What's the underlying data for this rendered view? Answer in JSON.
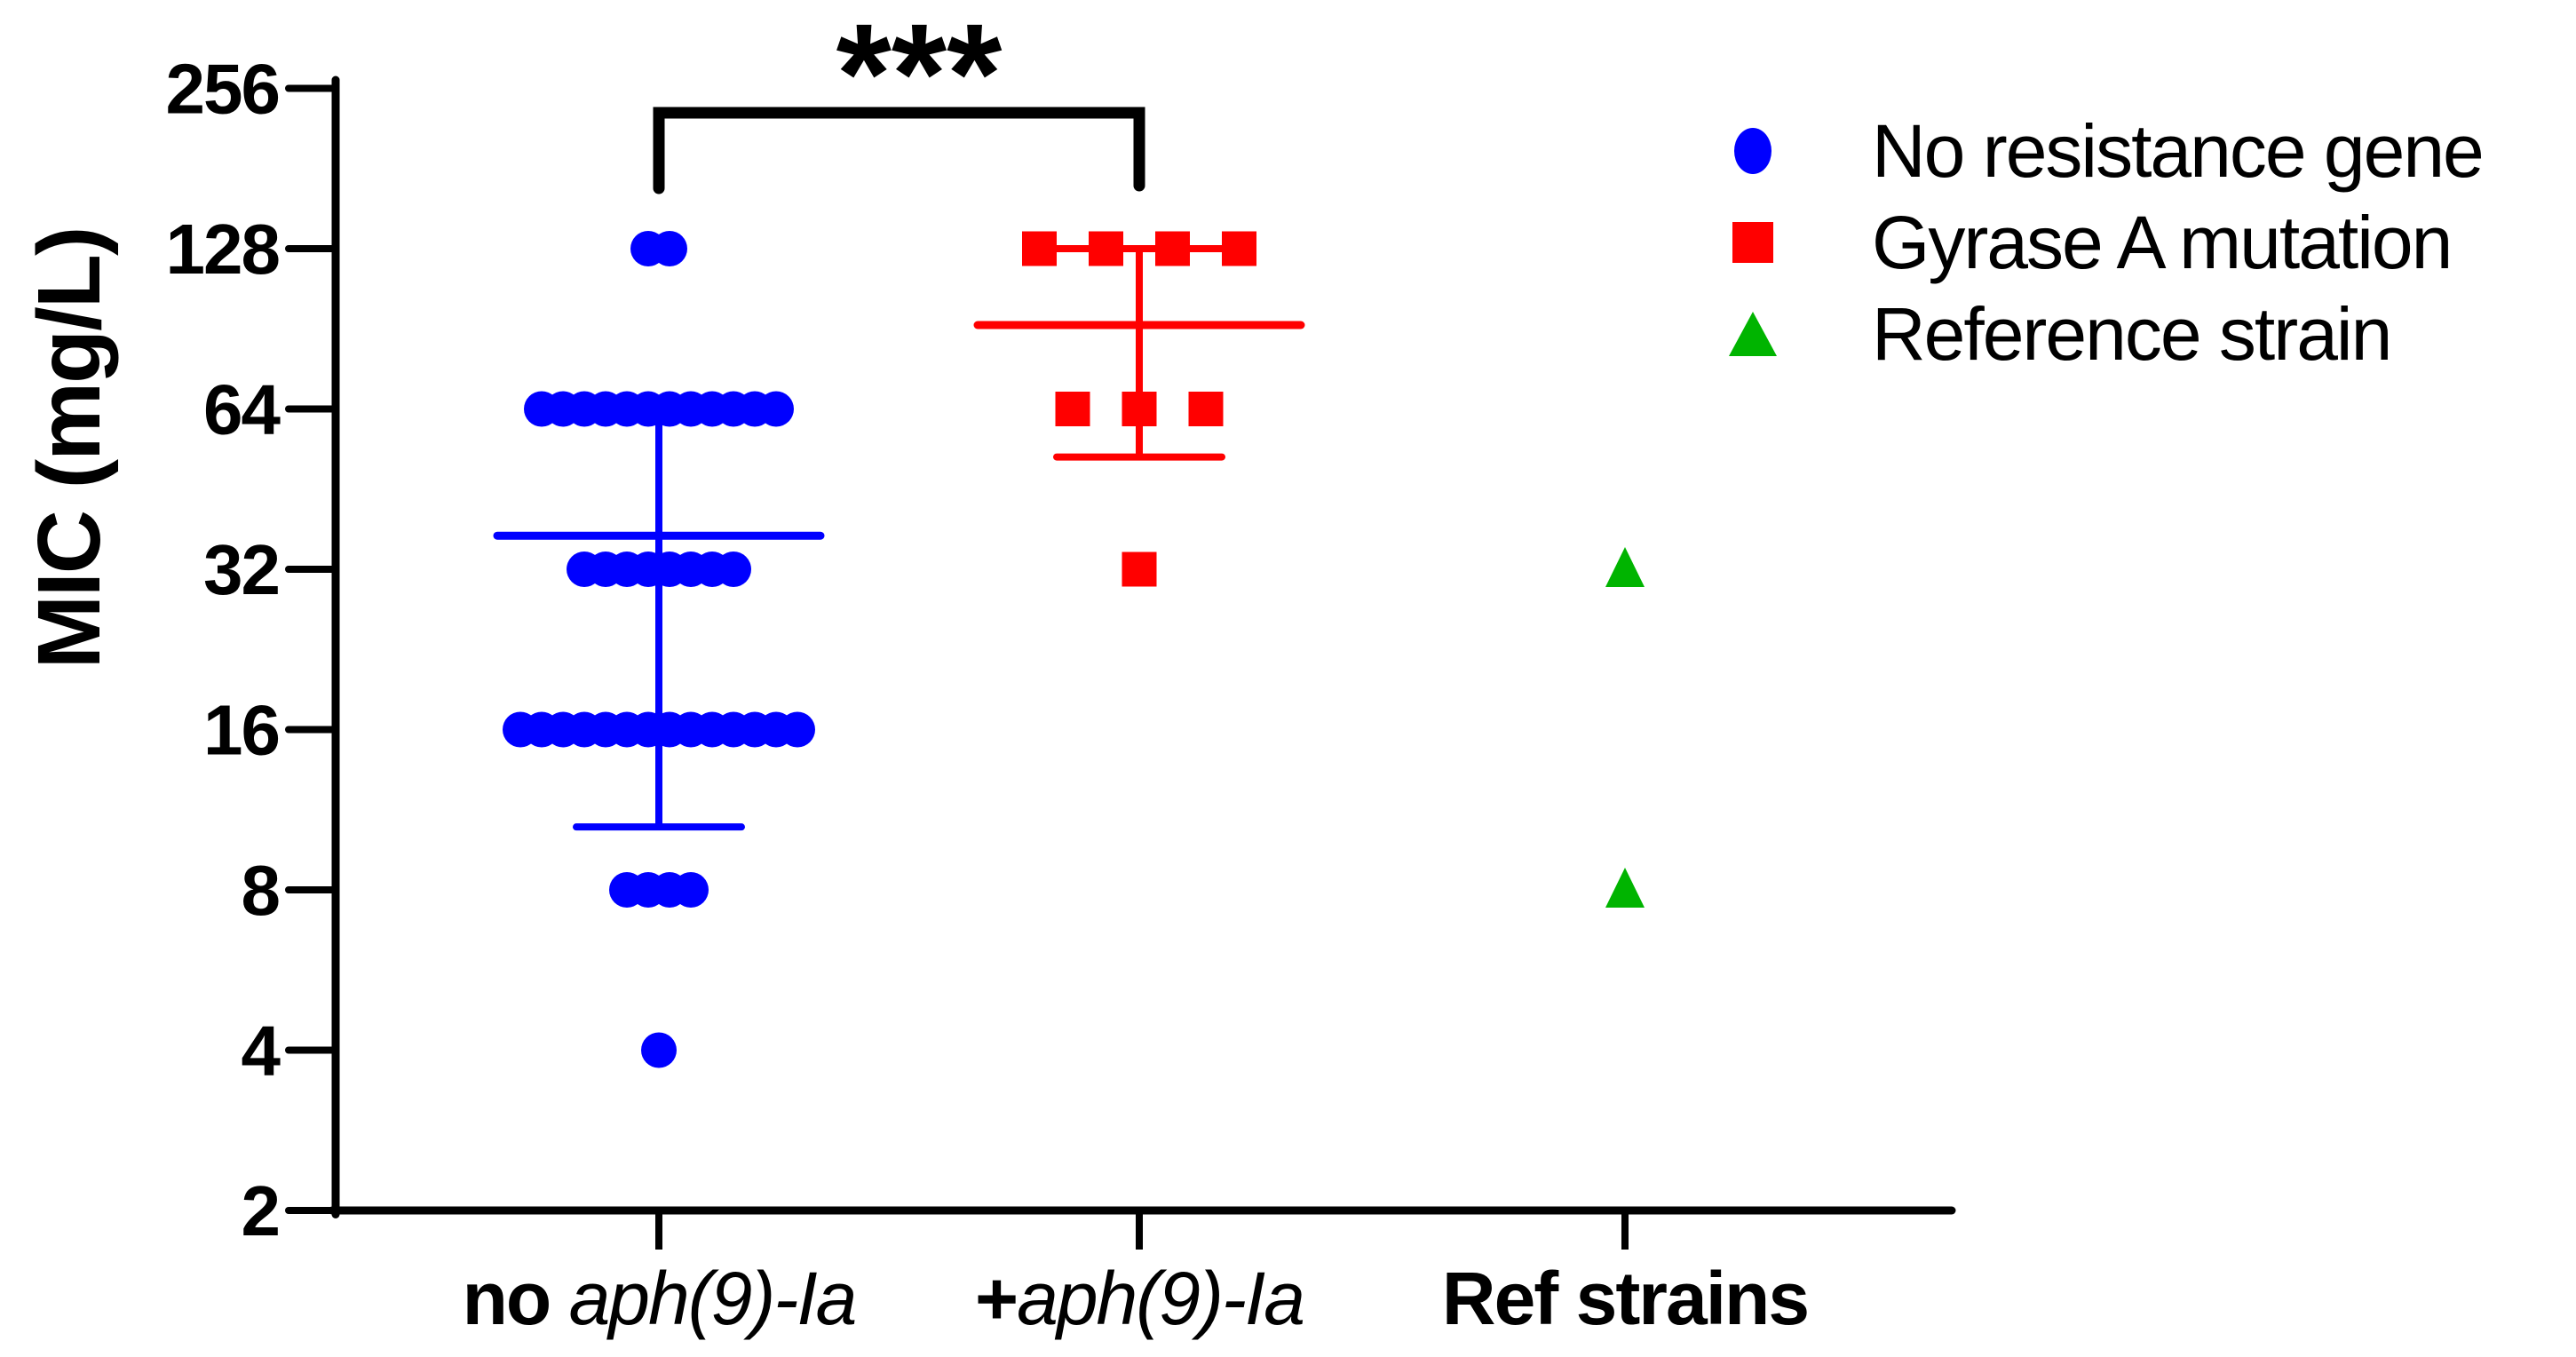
{
  "figure": {
    "background": "#FFFFFF",
    "y_axis_label": "MIC (mg/L)",
    "x_labels": [
      {
        "bold": "no ",
        "italic": "aph(9)-Ia"
      },
      {
        "bold": "+",
        "italic": "aph(9)-Ia"
      },
      {
        "bold": "Ref strains",
        "italic": ""
      }
    ],
    "legend": [
      {
        "label": "No resistance gene",
        "marker": "circle",
        "color": "#0000FF"
      },
      {
        "label": "Gyrase A mutation",
        "marker": "square",
        "color": "#FF0000"
      },
      {
        "label": "Reference strain",
        "marker": "triangle",
        "color": "#00B400"
      }
    ],
    "significance_label": "***"
  },
  "chart_data": {
    "type": "scatter",
    "title": "",
    "xlabel": "",
    "ylabel": "MIC (mg/L)",
    "y_scale": "log2",
    "ylim": [
      2,
      256
    ],
    "y_ticks": [
      256,
      128,
      64,
      32,
      16,
      8,
      4,
      2
    ],
    "categories": [
      "no aph(9)-Ia",
      "+aph(9)-Ia",
      "Ref strains"
    ],
    "series": [
      {
        "name": "No resistance gene",
        "category_index": 0,
        "marker": "circle",
        "color": "#0000FF",
        "points": [
          {
            "mic": 128,
            "count": 2
          },
          {
            "mic": 64,
            "count": 12
          },
          {
            "mic": 32,
            "count": 8
          },
          {
            "mic": 16,
            "count": 14
          },
          {
            "mic": 8,
            "count": 4
          },
          {
            "mic": 4,
            "count": 1
          }
        ],
        "mean": 37,
        "error_low": 10.5,
        "error_high": 64
      },
      {
        "name": "Gyrase A mutation",
        "category_index": 1,
        "marker": "square",
        "color": "#FF0000",
        "points": [
          {
            "mic": 128,
            "count": 4
          },
          {
            "mic": 64,
            "count": 3
          },
          {
            "mic": 32,
            "count": 1
          }
        ],
        "mean": 92,
        "error_low": 52,
        "error_high": 128
      },
      {
        "name": "Reference strain",
        "category_index": 2,
        "marker": "triangle",
        "color": "#00B400",
        "points": [
          {
            "mic": 32,
            "count": 1
          },
          {
            "mic": 8,
            "count": 1
          }
        ]
      }
    ],
    "significance": {
      "label": "***",
      "between_categories": [
        0,
        1
      ]
    }
  }
}
